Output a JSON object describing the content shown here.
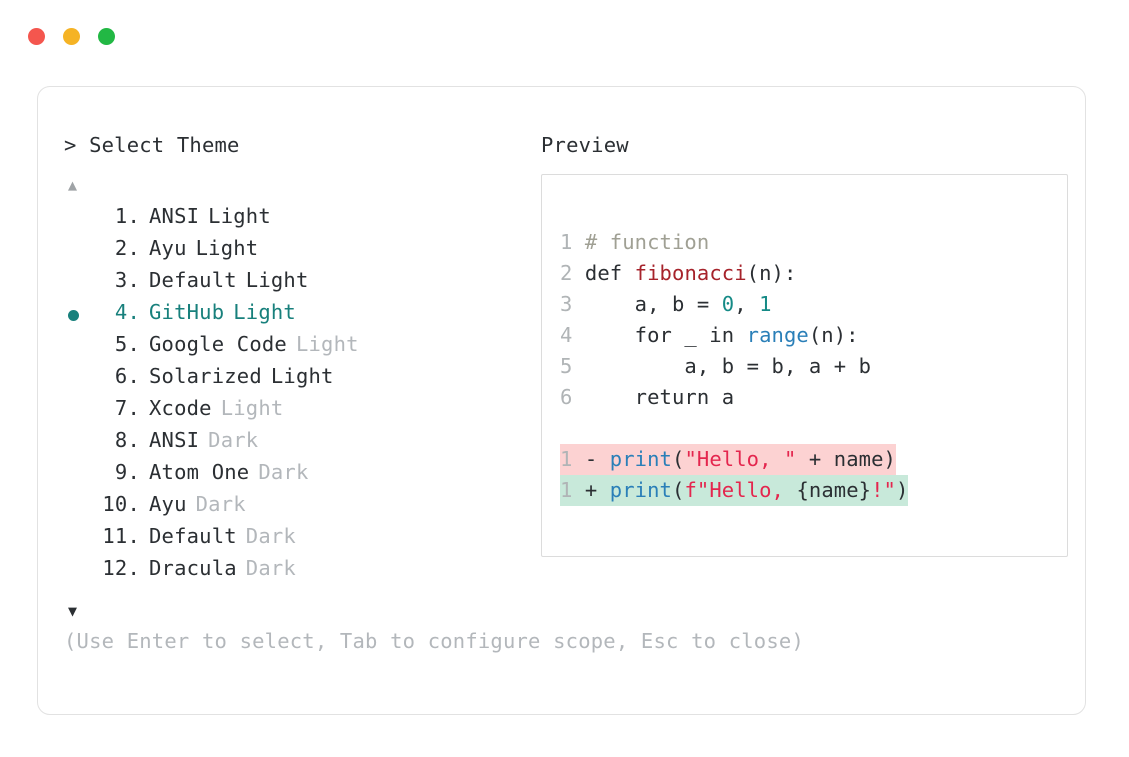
{
  "window": {
    "dots": [
      {
        "name": "close-dot",
        "color": "#f4564e"
      },
      {
        "name": "minimize-dot",
        "color": "#f5b325"
      },
      {
        "name": "maximize-dot",
        "color": "#22b844"
      }
    ]
  },
  "selector": {
    "prompt_marker": ">",
    "prompt_label": "Select Theme",
    "scroll_up_icon": "▲",
    "scroll_down_icon": "▼",
    "selected_index": 4,
    "items": [
      {
        "index": "1.",
        "name": "ANSI",
        "variant": "Light",
        "variant_muted": false,
        "selected": false
      },
      {
        "index": "2.",
        "name": "Ayu",
        "variant": "Light",
        "variant_muted": false,
        "selected": false
      },
      {
        "index": "3.",
        "name": "Default",
        "variant": "Light",
        "variant_muted": false,
        "selected": false
      },
      {
        "index": "4.",
        "name": "GitHub",
        "variant": "Light",
        "variant_muted": false,
        "selected": true
      },
      {
        "index": "5.",
        "name": "Google Code",
        "variant": "Light",
        "variant_muted": true,
        "selected": false
      },
      {
        "index": "6.",
        "name": "Solarized",
        "variant": "Light",
        "variant_muted": false,
        "selected": false
      },
      {
        "index": "7.",
        "name": "Xcode",
        "variant": "Light",
        "variant_muted": true,
        "selected": false
      },
      {
        "index": "8.",
        "name": "ANSI",
        "variant": "Dark",
        "variant_muted": true,
        "selected": false
      },
      {
        "index": "9.",
        "name": "Atom One",
        "variant": "Dark",
        "variant_muted": true,
        "selected": false
      },
      {
        "index": "10.",
        "name": "Ayu",
        "variant": "Dark",
        "variant_muted": true,
        "selected": false
      },
      {
        "index": "11.",
        "name": "Default",
        "variant": "Dark",
        "variant_muted": true,
        "selected": false
      },
      {
        "index": "12.",
        "name": "Dracula",
        "variant": "Dark",
        "variant_muted": true,
        "selected": false
      }
    ]
  },
  "preview": {
    "title": "Preview",
    "code_lines": [
      {
        "num": "1",
        "tokens": [
          {
            "t": "# function",
            "c": "tok-comment"
          }
        ]
      },
      {
        "num": "2",
        "tokens": [
          {
            "t": "def ",
            "c": "tok-plain"
          },
          {
            "t": "fibonacci",
            "c": "tok-fn"
          },
          {
            "t": "(n):",
            "c": "tok-plain"
          }
        ]
      },
      {
        "num": "3",
        "tokens": [
          {
            "t": "    a, b = ",
            "c": "tok-plain"
          },
          {
            "t": "0",
            "c": "tok-num"
          },
          {
            "t": ", ",
            "c": "tok-plain"
          },
          {
            "t": "1",
            "c": "tok-num"
          }
        ]
      },
      {
        "num": "4",
        "tokens": [
          {
            "t": "    for _ in ",
            "c": "tok-plain"
          },
          {
            "t": "range",
            "c": "tok-builtin"
          },
          {
            "t": "(n):",
            "c": "tok-plain"
          }
        ]
      },
      {
        "num": "5",
        "tokens": [
          {
            "t": "        a, b = b, a + b",
            "c": "tok-plain"
          }
        ]
      },
      {
        "num": "6",
        "tokens": [
          {
            "t": "    return a",
            "c": "tok-plain"
          }
        ]
      }
    ],
    "diff_lines": [
      {
        "num": "1",
        "marker": "-",
        "kind": "row-del",
        "tokens": [
          {
            "t": "print",
            "c": "tok-print"
          },
          {
            "t": "(",
            "c": "tok-plain"
          },
          {
            "t": "\"Hello, \"",
            "c": "tok-str"
          },
          {
            "t": " + name)",
            "c": "tok-plain"
          }
        ]
      },
      {
        "num": "1",
        "marker": "+",
        "kind": "row-add",
        "tokens": [
          {
            "t": "print",
            "c": "tok-print"
          },
          {
            "t": "(",
            "c": "tok-plain"
          },
          {
            "t": "f\"Hello, ",
            "c": "tok-str"
          },
          {
            "t": "{name}",
            "c": "tok-plain"
          },
          {
            "t": "!\"",
            "c": "tok-str"
          },
          {
            "t": ")",
            "c": "tok-plain"
          }
        ]
      }
    ]
  },
  "footer": {
    "hint": "(Use Enter to select, Tab to configure scope, Esc to close)"
  },
  "colors": {
    "accent_teal": "#18807c",
    "muted_text": "#b3b7bb",
    "body_text": "#2b2f33",
    "diff_removed_bg": "#fcd2d2",
    "diff_added_bg": "#c8e9da"
  }
}
